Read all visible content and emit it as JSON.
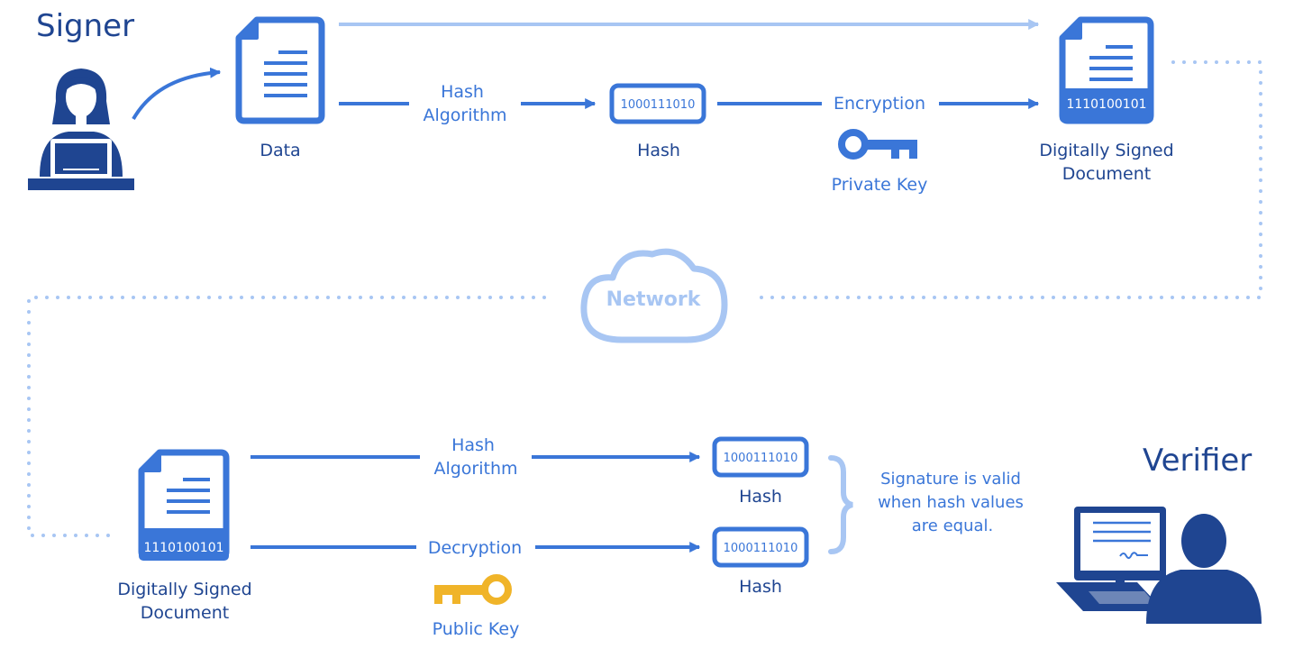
{
  "signer": {
    "title": "Signer",
    "data_label": "Data",
    "hash_algorithm_line1": "Hash",
    "hash_algorithm_line2": "Algorithm",
    "hash_value": "1000111010",
    "hash_label": "Hash",
    "encryption_label": "Encryption",
    "private_key_label": "Private Key",
    "signed_doc_value": "1110100101",
    "signed_doc_line1": "Digitally Signed",
    "signed_doc_line2": "Document"
  },
  "network": {
    "label": "Network"
  },
  "verifier": {
    "title": "Verifier",
    "signed_doc_value": "1110100101",
    "signed_doc_line1": "Digitally Signed",
    "signed_doc_line2": "Document",
    "hash_algorithm_line1": "Hash",
    "hash_algorithm_line2": "Algorithm",
    "hash1_value": "1000111010",
    "hash1_label": "Hash",
    "decryption_label": "Decryption",
    "public_key_label": "Public Key",
    "hash2_value": "1000111010",
    "hash2_label": "Hash",
    "result_line1": "Signature is valid",
    "result_line2": "when hash values",
    "result_line3": "are equal."
  },
  "colors": {
    "dark_blue": "#1f4591",
    "blue": "#3a76d8",
    "pale_blue": "#a8c6f3",
    "key_gold": "#f0b429"
  },
  "icons": [
    "person-laptop-icon",
    "document-icon",
    "key-icon",
    "cloud-icon",
    "person-computer-icon"
  ]
}
